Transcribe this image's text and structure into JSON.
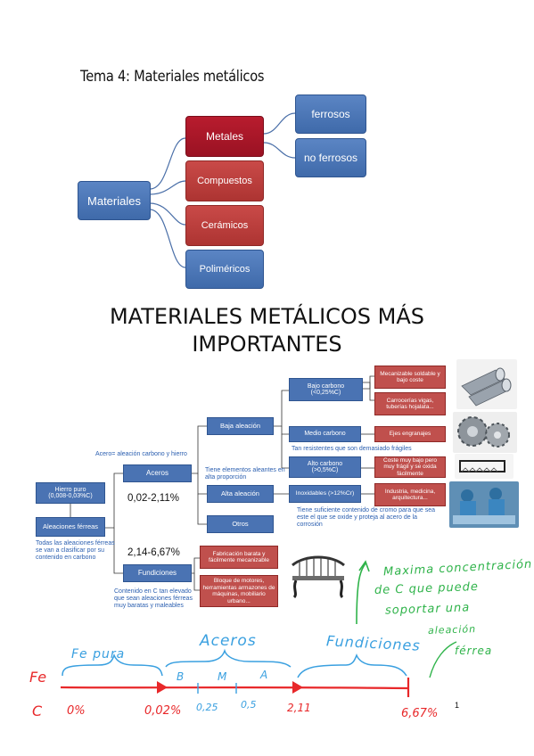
{
  "header": {
    "title": "Tema 4: Materiales metálicos"
  },
  "top_diagram": {
    "materiales": "Materiales",
    "metales": "Metales",
    "compuestos": "Compuestos",
    "ceramicos": "Cerámicos",
    "polimericos": "Poliméricos",
    "ferrosos": "ferrosos",
    "no_ferrosos": "no ferrosos"
  },
  "section_heading": {
    "line1": "MATERIALES METÁLICOS MÁS",
    "line2": "IMPORTANTES"
  },
  "diagram": {
    "hierro_puro": "Hierro puro\n(0,008-0,03%C)",
    "aleaciones": "Aleaciones férreas",
    "aleaciones_note": "Todas las aleaciones férreas se van a clasificar por su contenido en carbono",
    "aceros": "Aceros",
    "aceros_note": "Acero= aleación carbono y hierro",
    "aceros_range": "0,02-2,11%",
    "fundiciones": "Fundiciones",
    "fundiciones_range": "2,14-6,67%",
    "fundiciones_note": "Contenido en C tan elevado que sean aleaciones férreas muy baratas y maleables",
    "baja_aleacion": "Baja aleación",
    "baja_note": "Tiene elementos aleantes en alta proporción",
    "alta_aleacion": "Alta aleación",
    "otros": "Otros",
    "bajo_carbono": "Bajo carbono\n(<0,25%C)",
    "medio_carbono": "Medio carbono",
    "alto_carbono": "Alto carbono\n(>0,5%C)",
    "alto_note": "Tan resistentes que son demasiado frágiles",
    "inoxidables": "Inoxidables (>12%Cr)",
    "inox_note": "Tiene suficiente contenido de cromo para que sea este el que se oxide y proteja al acero de la corrosión",
    "bc_use1": "Mecanizable soldable y bajo coste",
    "bc_use2": "Carrocerías vigas, tuberías hojalata...",
    "mc_use": "Ejes engranajes",
    "ac_use": "Coste muy bajo pero muy frágil y se oxida fácilmente",
    "inox_use": "Industria, medicina, arquitectura...",
    "fund_use1": "Fabricación barata y fácilmente mecanizable",
    "fund_use2": "Bloque de motores, herramientas armazones de máquinas, mobiliario urbano..."
  },
  "handwriting": {
    "note": [
      "Maxima concentración",
      "de C que puede",
      "soportar una",
      "aleación",
      "férrea"
    ],
    "fe_pura": "Fe pura",
    "aceros": "Aceros",
    "fundiciones": "Fundiciones",
    "fe": "Fe",
    "c": "C",
    "b": "B",
    "m": "M",
    "a": "A",
    "v0": "0%",
    "v1": "0,02%",
    "v2": "0,25",
    "v3": "0,5",
    "v4": "2,11",
    "v5": "6,67%"
  },
  "page_number": "1",
  "colors": {
    "blue": "#4a73b3",
    "red": "#c0504d",
    "green": "#2fb34a",
    "pen_red": "#e8282a",
    "pen_blue": "#3aa0e0"
  }
}
